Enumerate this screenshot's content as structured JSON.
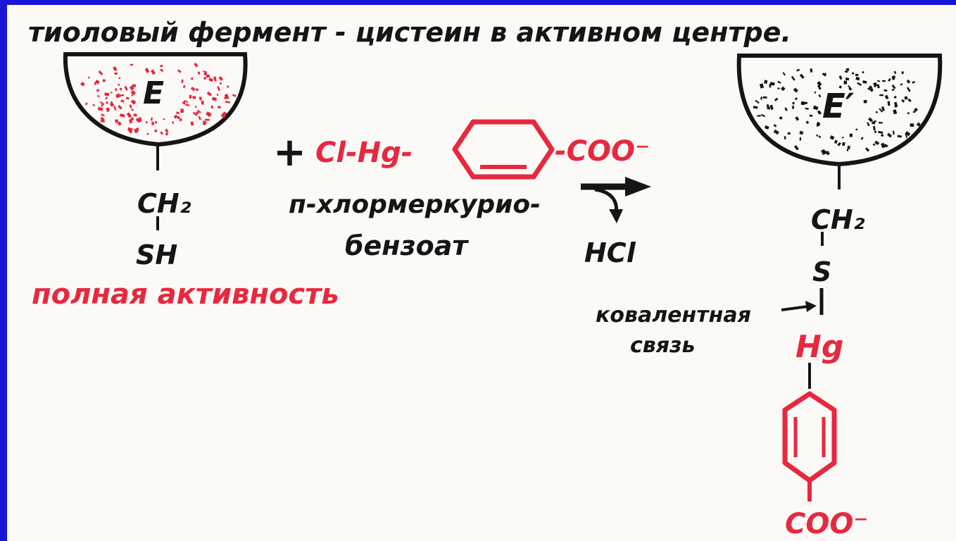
{
  "title": "тиоловый фермент - цистеин в активном центре.",
  "left_enzyme": {
    "label": "E",
    "group_top": "CH₂",
    "group_bottom": "SH",
    "status": "полная активность"
  },
  "reagent": {
    "plus": "+",
    "prefix": "Cl-Hg-",
    "suffix": "-COO⁻",
    "name_line1": "п-хлормеркурио-",
    "name_line2": "бензоат",
    "byproduct": "HCl"
  },
  "right_enzyme": {
    "label": "E′",
    "group_top": "CH₂",
    "sulfur": "S",
    "bond_label_line1": "ковалентная",
    "bond_label_line2": "связь",
    "mercury": "Hg",
    "carboxylate": "COO⁻"
  },
  "colors": {
    "ink": "#151515",
    "red": "#e8283e",
    "border": "#1a14d6",
    "paper": "#fbfaf7"
  }
}
